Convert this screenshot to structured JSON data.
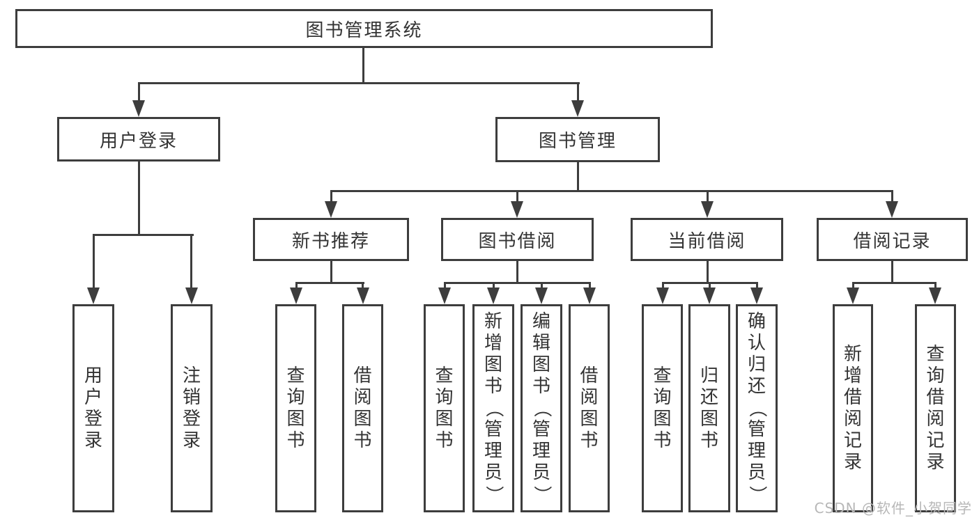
{
  "diagram": {
    "watermark": "CSDN @软件_小贺同学",
    "colors": {
      "line": "#3d3d3d",
      "text": "#333333",
      "background": "#ffffff",
      "watermark": "#b7b7b7"
    },
    "tree": {
      "label": "图书管理系统",
      "children": [
        {
          "label": "用户登录",
          "children": [
            {
              "label": "用户登录"
            },
            {
              "label": "注销登录"
            }
          ]
        },
        {
          "label": "图书管理",
          "children": [
            {
              "label": "新书推荐",
              "children": [
                {
                  "label": "查询图书"
                },
                {
                  "label": "借阅图书"
                }
              ]
            },
            {
              "label": "图书借阅",
              "children": [
                {
                  "label": "查询图书"
                },
                {
                  "label": "新增图书（管理员）"
                },
                {
                  "label": "编辑图书（管理员）"
                },
                {
                  "label": "借阅图书"
                }
              ]
            },
            {
              "label": "当前借阅",
              "children": [
                {
                  "label": "查询图书"
                },
                {
                  "label": "归还图书"
                },
                {
                  "label": "确认归还（管理员）"
                }
              ]
            },
            {
              "label": "借阅记录",
              "children": [
                {
                  "label": "新增借阅记录"
                },
                {
                  "label": "查询借阅记录"
                }
              ]
            }
          ]
        }
      ]
    }
  }
}
